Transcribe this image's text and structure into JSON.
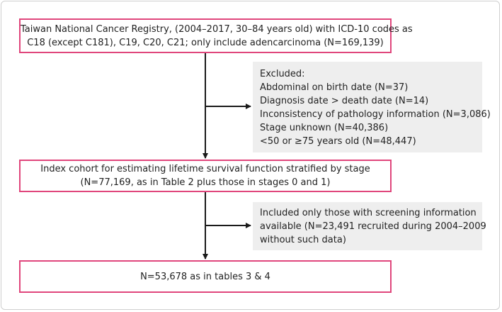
{
  "colors": {
    "box_border": "#e0467c",
    "excluded_bg": "#eeeeee",
    "arrow": "#1a1a1a"
  },
  "box1": {
    "line1": "Taiwan National Cancer Registry, (2004–2017, 30–84 years old) with ICD-10 codes as",
    "line2": "C18 (except C181), C19, C20, C21; only include adencarcinoma (N=169,139)"
  },
  "excluded1": {
    "title": "Excluded:",
    "items": [
      "Abdominal on birth date (N=37)",
      "Diagnosis date > death date (N=14)",
      "Inconsistency of pathology information (N=3,086)",
      "Stage unknown (N=40,386)",
      "<50 or ≥75 years old (N=48,447)"
    ]
  },
  "box2": {
    "line1": "Index cohort for estimating lifetime survival function stratified by stage",
    "line2": "(N=77,169, as in Table 2 plus those in stages 0 and 1)"
  },
  "excluded2": {
    "lines": [
      "Included only those with screening information",
      "available (N=23,491 recruited during 2004–2009",
      "without such data)"
    ]
  },
  "box3": {
    "line1": "N=53,678 as in tables 3 & 4"
  }
}
